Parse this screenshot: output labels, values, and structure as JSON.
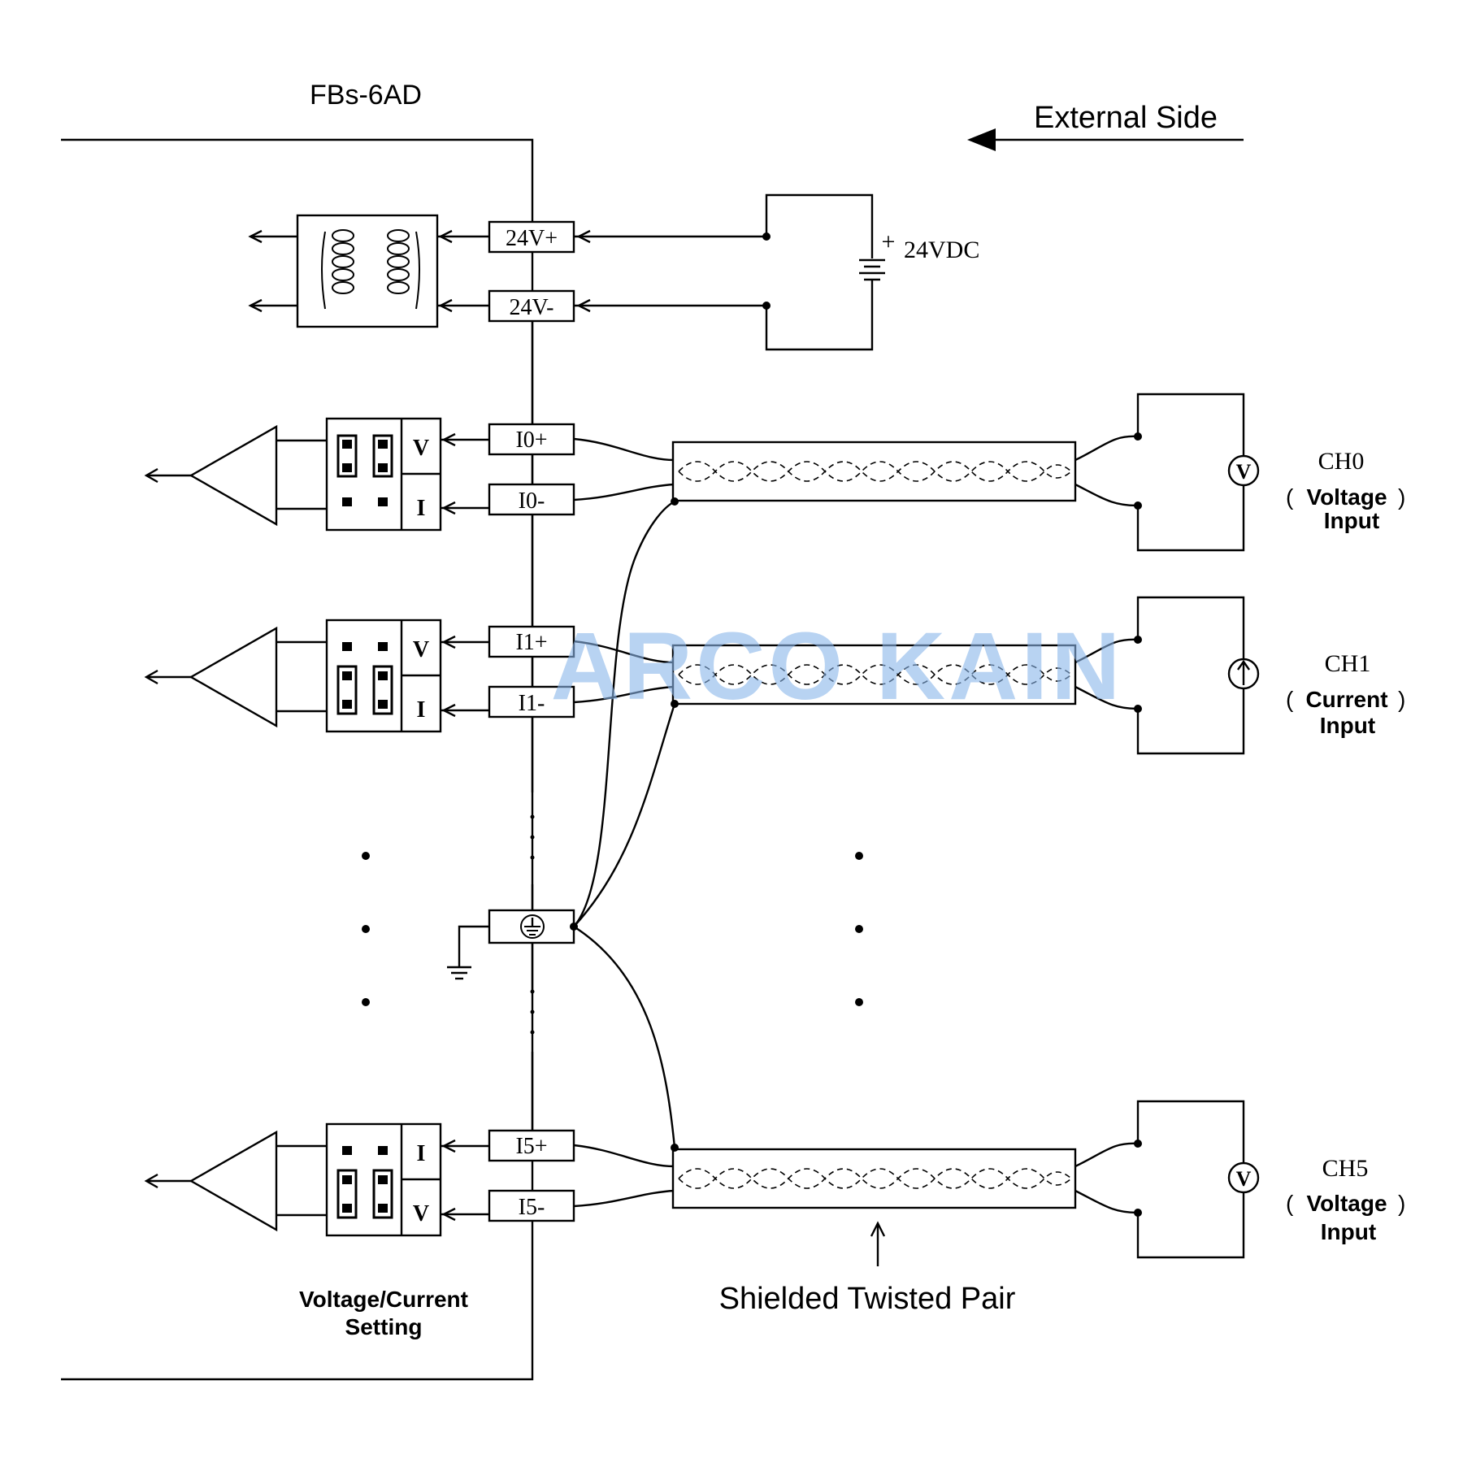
{
  "module": {
    "name": "FBs-6AD",
    "direction_label": "External Side"
  },
  "power": {
    "terminal_plus": "24V+",
    "terminal_minus": "24V-",
    "supply_label": "24VDC",
    "supply_polarity": "+"
  },
  "channels": [
    {
      "terminal_plus": "I0+",
      "terminal_minus": "I0-",
      "jumper_top": "V",
      "jumper_bottom": "I",
      "device_symbol": "V",
      "channel_label": "CH0",
      "mode_open": "(",
      "mode": "Voltage",
      "mode_close": ")",
      "input_word": "Input"
    },
    {
      "terminal_plus": "I1+",
      "terminal_minus": "I1-",
      "jumper_top": "V",
      "jumper_bottom": "I",
      "device_symbol": "current-source-arrow",
      "channel_label": "CH1",
      "mode_open": "(",
      "mode": "Current",
      "mode_close": ")",
      "input_word": "Input"
    },
    {
      "terminal_plus": "I5+",
      "terminal_minus": "I5-",
      "jumper_top": "I",
      "jumper_bottom": "V",
      "device_symbol": "V",
      "channel_label": "CH5",
      "mode_open": "(",
      "mode": "Voltage",
      "mode_close": ")",
      "input_word": "Input"
    }
  ],
  "labels": {
    "jumper_setting_line1": "Voltage/Current",
    "jumper_setting_line2": "Setting",
    "cable": "Shielded Twisted Pair"
  },
  "watermark": "ARCO KAIN",
  "icons": [
    "transformer-icon",
    "battery-icon",
    "amplifier-icon",
    "ground-icon",
    "voltmeter-icon",
    "current-source-icon",
    "arrow-left-icon",
    "arrow-up-icon"
  ]
}
